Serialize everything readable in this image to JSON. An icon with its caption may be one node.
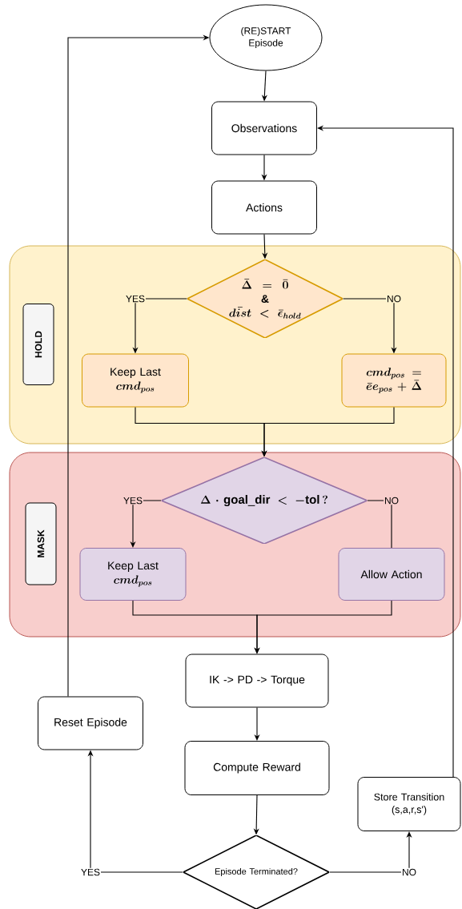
{
  "diagram": {
    "nodes": [
      {
        "text": [
          "(RE)START Episode"
        ]
      },
      {
        "text": [
          "Observations"
        ]
      },
      {
        "text": [
          "Actions"
        ]
      },
      {
        "text": [],
        "shape": "box"
      },
      {
        "text": [
          "HOLD"
        ],
        "in": 3
      },
      {
        "text": [
          "\\bar{\\Delta} = \\bar{0}",
          "\\&",
          "\\bar{dist} < \\bar{\\epsilon}_{hold}"
        ],
        "in": 3
      },
      {
        "text": [
          "Keep Last",
          "cmd_{pos}"
        ],
        "in": 3
      },
      {
        "text": [
          "cmd_{pos} = \\bar{e}e_{pos} + \\bar{\\Delta}"
        ],
        "in": 3
      },
      {
        "text": [],
        "shape": "box"
      },
      {
        "text": [
          "MASK"
        ],
        "in": 8
      },
      {
        "text": [
          "\\Delta \\cdot \\mathrm{goal\\_dir} < -\\mathrm{tol}\\,?"
        ],
        "in": 8
      },
      {
        "text": [
          "Keep Last",
          "cmd_{pos}"
        ],
        "in": 8
      },
      {
        "text": [
          "Allow Action"
        ],
        "in": 8
      },
      {
        "text": [
          "IK -> PD -> Torque"
        ]
      },
      {
        "text": [
          "Reset Episode"
        ]
      },
      {
        "text": [
          "Compute Reward"
        ]
      },
      {
        "text": [
          "Store Transition (s,a,r,s')"
        ]
      },
      {
        "text": [
          "Episode Terminated?"
        ]
      }
    ],
    "edges": [
      {
        "from": 0,
        "to": 1,
        "arrow": "to"
      },
      {
        "from": 1,
        "to": 2,
        "arrow": "to"
      },
      {
        "from": 2,
        "to": 5,
        "arrow": "to"
      },
      {
        "from": 5,
        "to": 6,
        "arrow": "to",
        "label": "YES"
      },
      {
        "from": 5,
        "to": 7,
        "arrow": "to",
        "label": "NO"
      },
      {
        "from": 6,
        "to": 10,
        "arrow": "to"
      },
      {
        "from": 7,
        "to": 10,
        "arrow": "to"
      },
      {
        "from": 10,
        "to": 11,
        "arrow": "to",
        "label": "YES"
      },
      {
        "from": 10,
        "to": 12,
        "arrow": "none",
        "label": "NO"
      },
      {
        "from": 11,
        "to": 13,
        "arrow": "to"
      },
      {
        "from": 12,
        "to": 13,
        "arrow": "to"
      },
      {
        "from": 13,
        "to": 15,
        "arrow": "to"
      },
      {
        "from": 15,
        "to": 17,
        "arrow": "to"
      },
      {
        "from": 17,
        "to": 14,
        "arrow": "to",
        "label": "YES"
      },
      {
        "from": 17,
        "to": 16,
        "arrow": "to",
        "label": "NO"
      },
      {
        "from": 14,
        "to": 0,
        "arrow": "to"
      },
      {
        "from": 16,
        "to": 1,
        "arrow": "to"
      }
    ]
  }
}
